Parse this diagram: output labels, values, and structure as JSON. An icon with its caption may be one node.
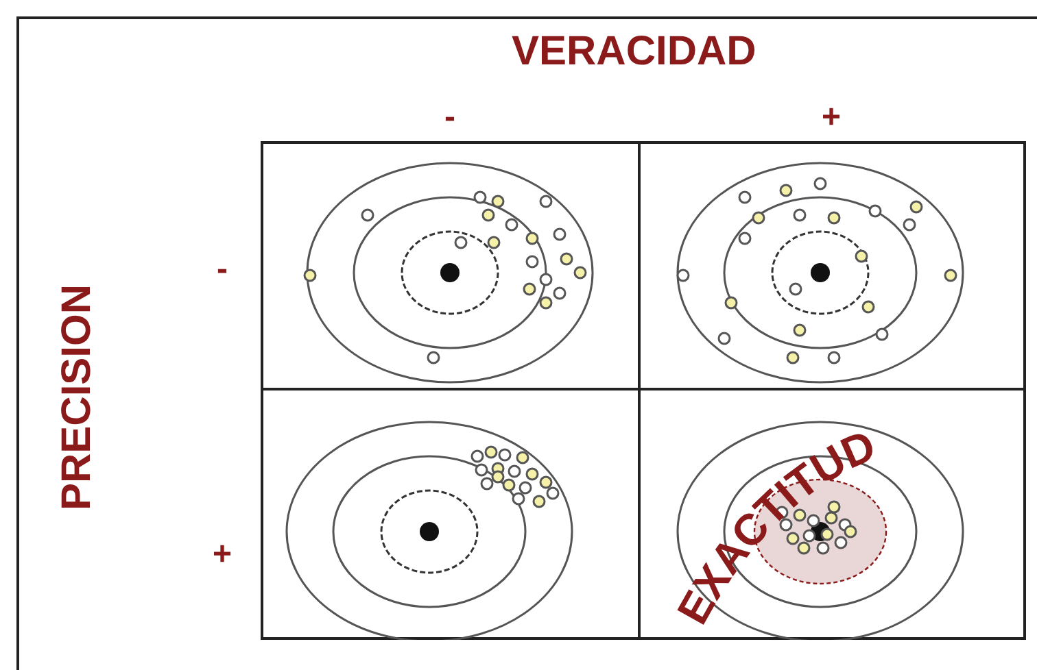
{
  "diagram": {
    "labels": [
      "VERACIDAD",
      "-",
      "+",
      "PRECISION",
      "-",
      "+",
      "EXACTITUD"
    ]
  }
}
